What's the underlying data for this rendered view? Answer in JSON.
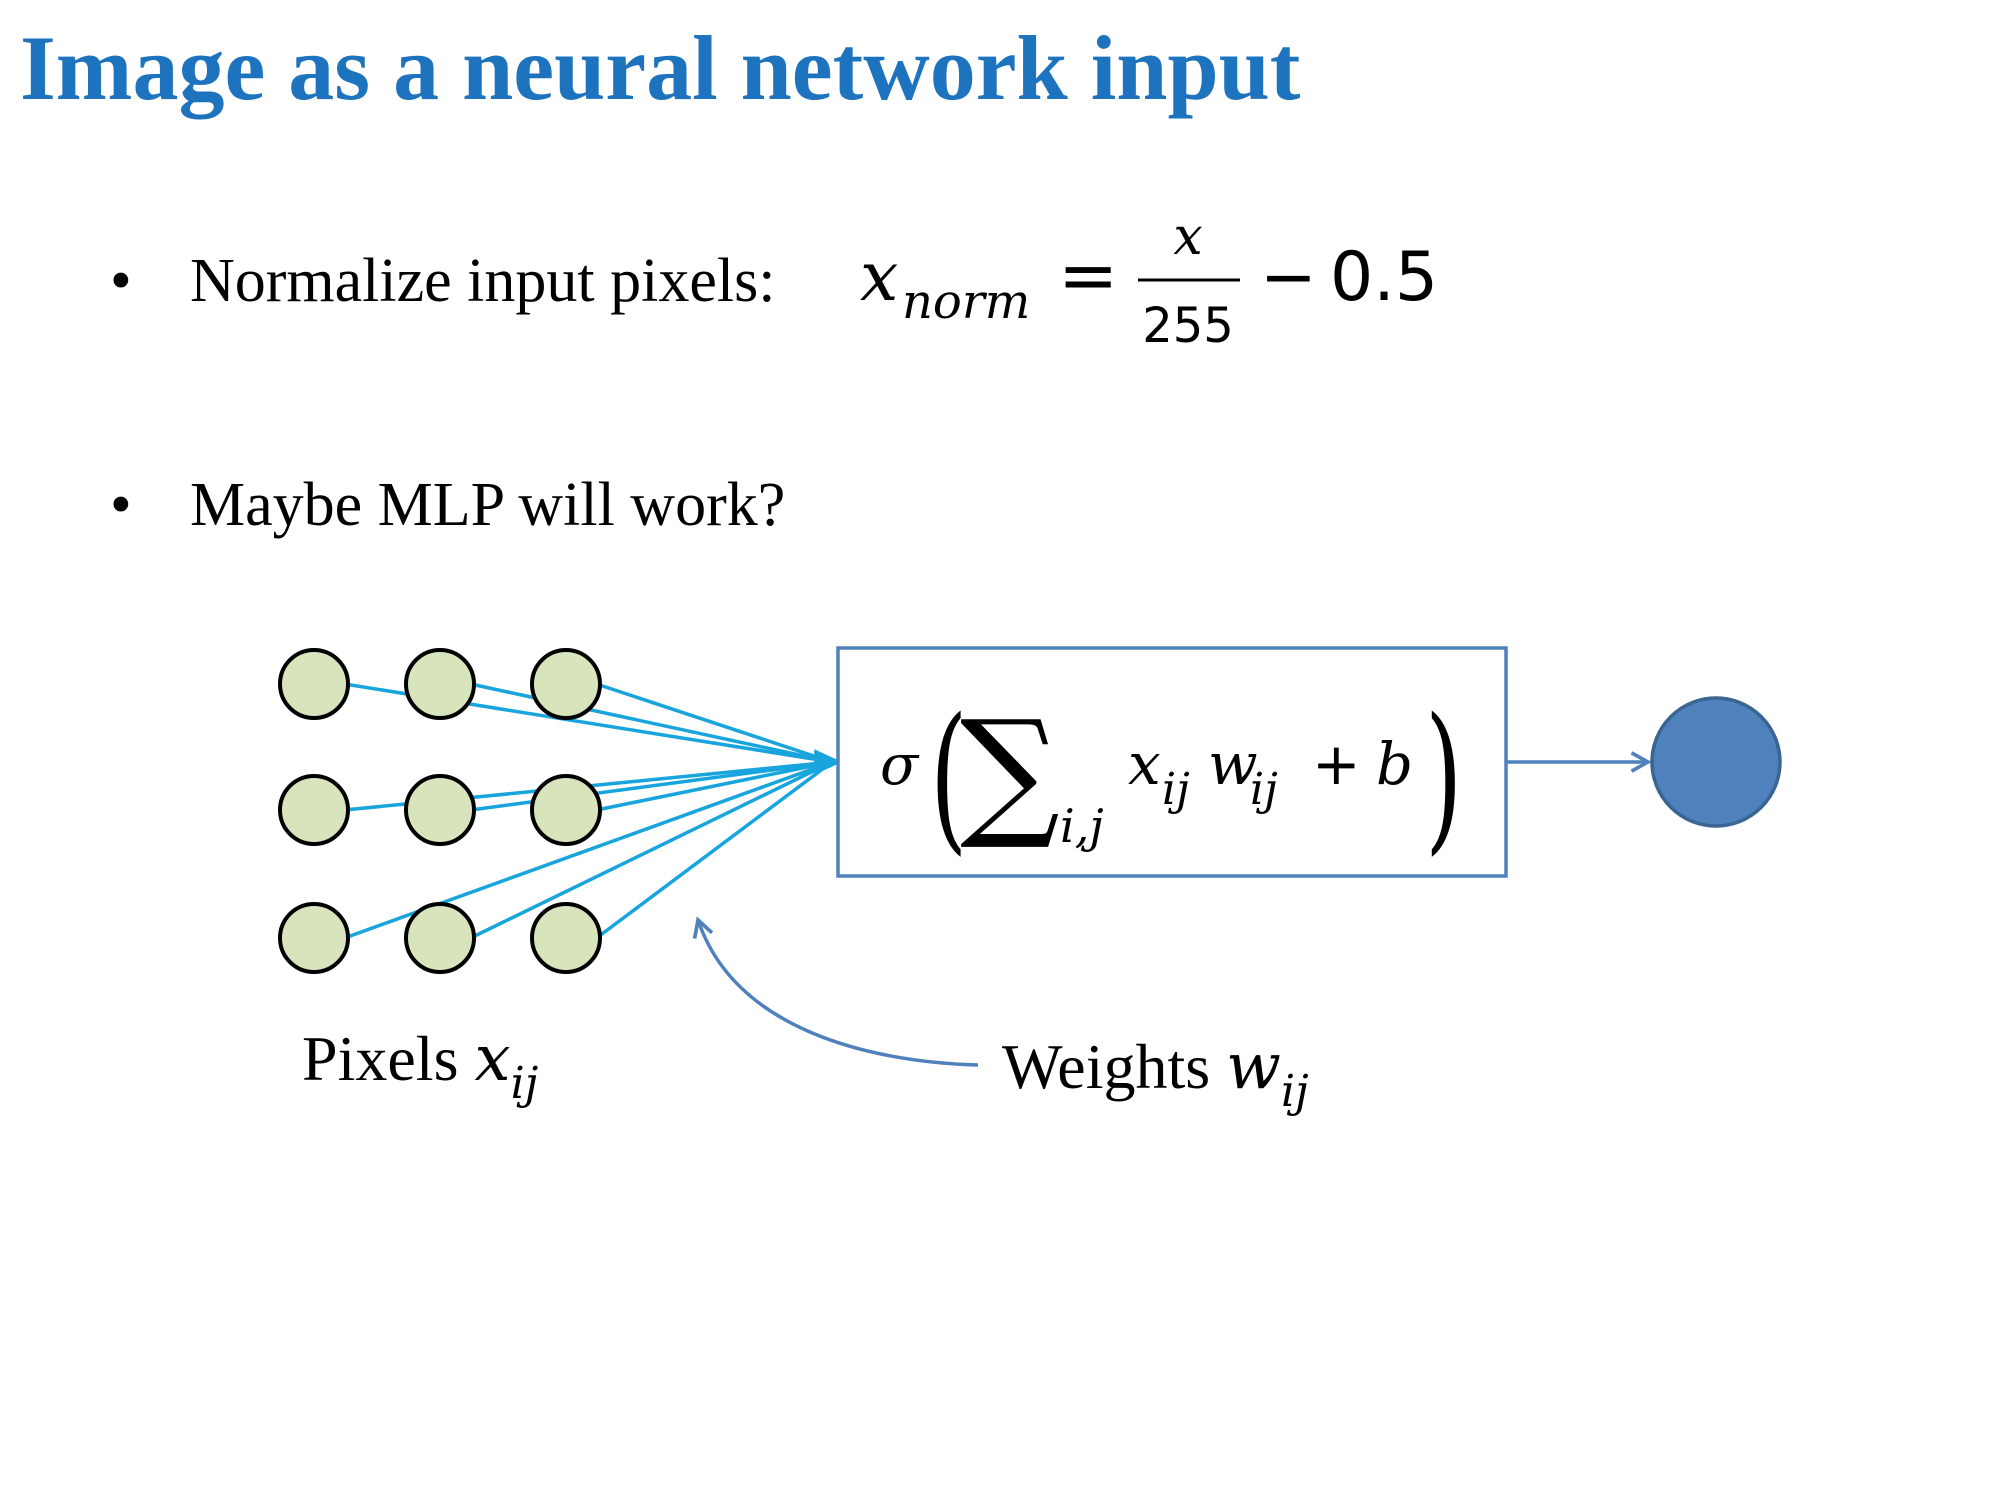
{
  "title": "Image as a neural network input",
  "bullets": [
    {
      "text": "Normalize input pixels:"
    },
    {
      "text": "Maybe MLP will work?"
    }
  ],
  "formula": {
    "lhs_var": "x",
    "lhs_sub": "norm",
    "equals": "=",
    "numerator": "x",
    "denominator": "255",
    "minus": "−",
    "constant": "0.5"
  },
  "neuron_formula": {
    "sigma": "σ",
    "sum": "∑",
    "sum_sub": "i,j",
    "x_var": "x",
    "x_sub": "ij",
    "w_var": "w",
    "w_sub": "ij",
    "plus": "+",
    "bias": "b",
    "open_paren": "(",
    "close_paren": ")"
  },
  "labels": {
    "pixels_text": "Pixels",
    "pixels_var": "x",
    "pixels_sub": "ij",
    "weights_text": "Weights",
    "weights_var": "w",
    "weights_sub": "ij"
  },
  "colors": {
    "title": "#1d73bd",
    "pixel_fill": "#d8e4bc",
    "pixel_stroke": "#000000",
    "connection": "#18a4dc",
    "box_stroke": "#4f81bd",
    "output_fill": "#4f81bd",
    "output_stroke": "#3a6592",
    "annotation_arrow": "#4f81bd"
  }
}
